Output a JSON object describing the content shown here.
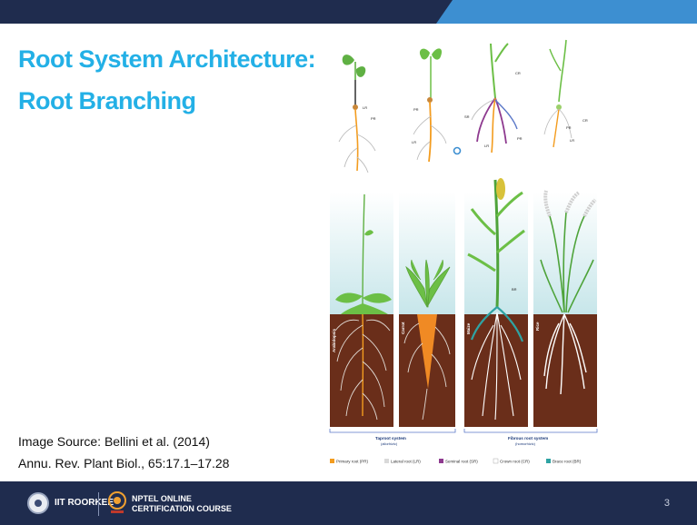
{
  "slide": {
    "title_line1": "Root System Architecture:",
    "title_line2": "Root Branching",
    "citation_line1": "Image Source: Bellini et al. (2014)",
    "citation_line2": "Annu. Rev. Plant Biol., 65:17.1–17.28",
    "page_number": "3"
  },
  "figure": {
    "seedling_labels": [
      "LR",
      "PR",
      "PR",
      "LR",
      "CR",
      "SR",
      "LR",
      "PR",
      "CR",
      "PR",
      "LR"
    ],
    "plant_names": [
      "Arabidopsis",
      "Carrot",
      "Maize",
      "Rice"
    ],
    "br_label": "BR",
    "groups": [
      {
        "label": "Taproot system",
        "sub": "(allorhizic)"
      },
      {
        "label": "Fibrous root system",
        "sub": "(homorhizic)"
      }
    ],
    "legend": [
      {
        "label": "Primary root (PR)",
        "color": "#f39c1f"
      },
      {
        "label": "Lateral root (LR)",
        "color": "#d9d9d9"
      },
      {
        "label": "Seminal root (SR)",
        "color": "#8e3a8f"
      },
      {
        "label": "Crown root (CR)",
        "color": "#ffffff"
      },
      {
        "label": "Brace root (BR)",
        "color": "#2fa3a3"
      }
    ]
  },
  "footer": {
    "institute": "IIT ROORKEE",
    "course_line1": "NPTEL ONLINE",
    "course_line2": "CERTIFICATION COURSE"
  },
  "colors": {
    "title": "#23b0e6",
    "topbar_dark": "#1f2c4e",
    "topbar_light": "#3d8fd1",
    "footer": "#1f2c4e",
    "soil": "#6a2e1a",
    "sky": "#cfe8ec"
  }
}
